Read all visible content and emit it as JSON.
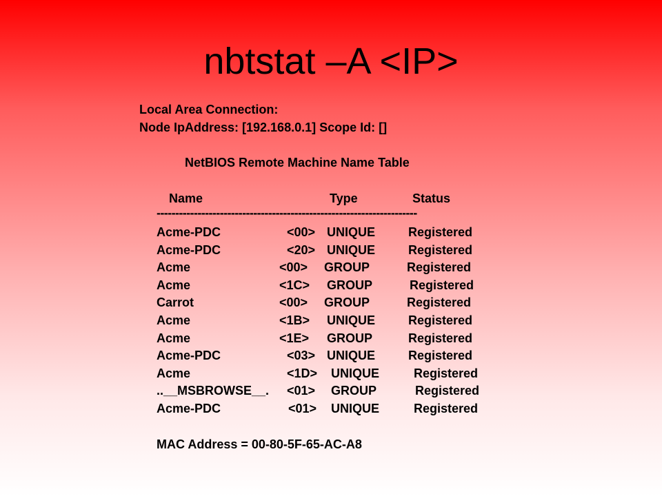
{
  "title": "nbtstat –A <IP>",
  "header": {
    "connection": "Local Area Connection:",
    "node": "Node IpAddress: [192.168.0.1] Scope Id: []",
    "table_title": "NetBIOS Remote Machine Name Table"
  },
  "columns": {
    "name": "Name",
    "type": "Type",
    "status": "Status"
  },
  "separator": "----------------------------------------------------------------------",
  "rows": [
    {
      "name": "Acme-PDC",
      "code": "<00>",
      "type": "UNIQUE",
      "status": "Registered"
    },
    {
      "name": "Acme-PDC",
      "code": "<20>",
      "type": "UNIQUE",
      "status": "Registered"
    },
    {
      "name": "Acme",
      "code": "<00>",
      "type": "GROUP",
      "status": "Registered"
    },
    {
      "name": "Acme",
      "code": "<1C>",
      "type": "GROUP",
      "status": "Registered"
    },
    {
      "name": "Carrot",
      "code": "<00>",
      "type": "GROUP",
      "status": "Registered"
    },
    {
      "name": "Acme",
      "code": "<1B>",
      "type": "UNIQUE",
      "status": "Registered"
    },
    {
      "name": "Acme",
      "code": "<1E>",
      "type": "GROUP",
      "status": "Registered"
    },
    {
      "name": "Acme-PDC",
      "code": "<03>",
      "type": "UNIQUE",
      "status": "Registered"
    },
    {
      "name": "Acme",
      "code": "<1D>",
      "type": "UNIQUE",
      "status": "Registered"
    },
    {
      "name": "..__MSBROWSE__.",
      "code": "<01>",
      "type": "GROUP",
      "status": "Registered"
    },
    {
      "name": "Acme-PDC",
      "code": "<01>",
      "type": "UNIQUE",
      "status": "Registered"
    }
  ],
  "mac": "MAC Address = 00-80-5F-65-AC-A8"
}
